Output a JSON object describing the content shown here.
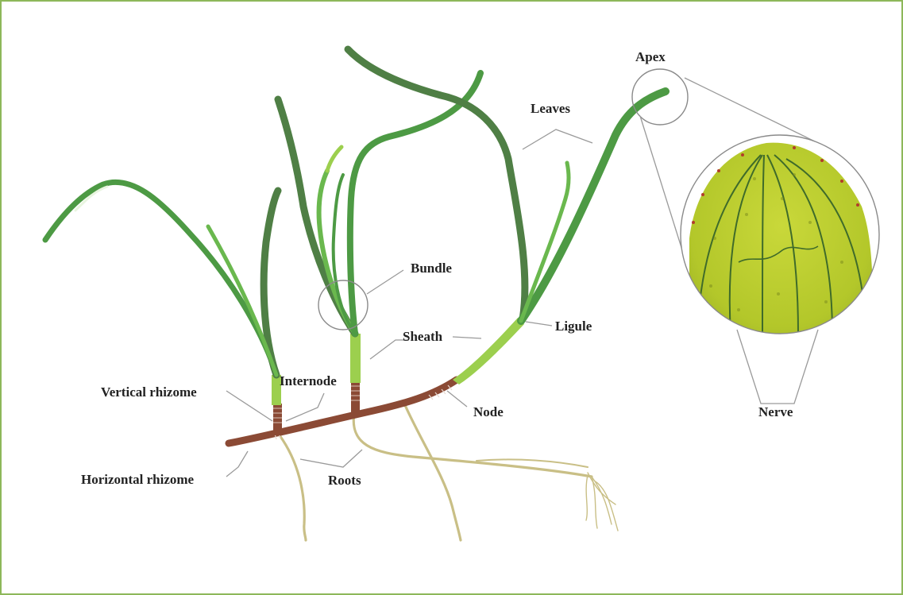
{
  "labels": {
    "apex": "Apex",
    "leaves": "Leaves",
    "bundle": "Bundle",
    "sheath": "Sheath",
    "ligule": "Ligule",
    "internode": "Internode",
    "vertical_rhizome": "Vertical rhizome",
    "node": "Node",
    "horizontal_rhizome": "Horizontal rhizome",
    "roots": "Roots",
    "nerve": "Nerve"
  },
  "colors": {
    "frame": "#8db85a",
    "leaf_dark": "#4f7f45",
    "leaf_mid": "#4d9a44",
    "leaf_light": "#6ab84e",
    "sheath": "#9ccf4e",
    "rhizome": "#8b4a35",
    "root": "#c9bf86",
    "leaf_tissue": "#b8cc2c",
    "nerve_line": "#3f6b2a"
  }
}
